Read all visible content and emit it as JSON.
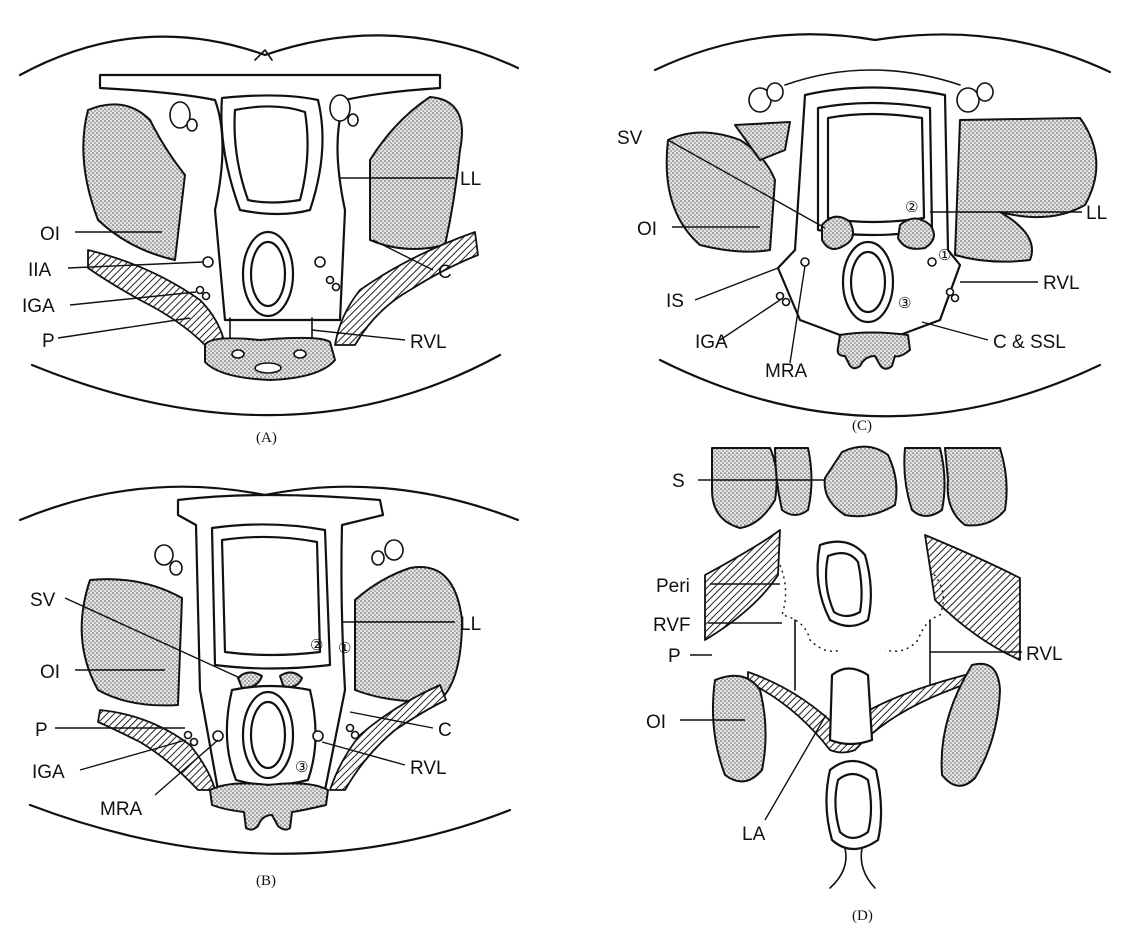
{
  "panels": {
    "A": {
      "caption": "(A)",
      "labels": {
        "LL": "LL",
        "OI": "OI",
        "IIA": "IIA",
        "IGA": "IGA",
        "P": "P",
        "C": "C",
        "RVL": "RVL"
      }
    },
    "B": {
      "caption": "(B)",
      "labels": {
        "SV": "SV",
        "LL": "LL",
        "OI": "OI",
        "P": "P",
        "C": "C",
        "IGA": "IGA",
        "RVL": "RVL",
        "MRA": "MRA"
      },
      "space_numbers": {
        "one": "①",
        "two": "②",
        "three": "③"
      }
    },
    "C": {
      "caption": "(C)",
      "labels": {
        "SV": "SV",
        "LL": "LL",
        "OI": "OI",
        "RVL": "RVL",
        "IS": "IS",
        "IGA": "IGA",
        "C_SSL": "C & SSL",
        "MRA": "MRA"
      },
      "space_numbers": {
        "one": "①",
        "two": "②",
        "three": "③"
      }
    },
    "D": {
      "caption": "(D)",
      "labels": {
        "S": "S",
        "Peri": "Peri",
        "RVF": "RVF",
        "P": "P",
        "RVL": "RVL",
        "OI": "OI",
        "LA": "LA"
      }
    }
  }
}
